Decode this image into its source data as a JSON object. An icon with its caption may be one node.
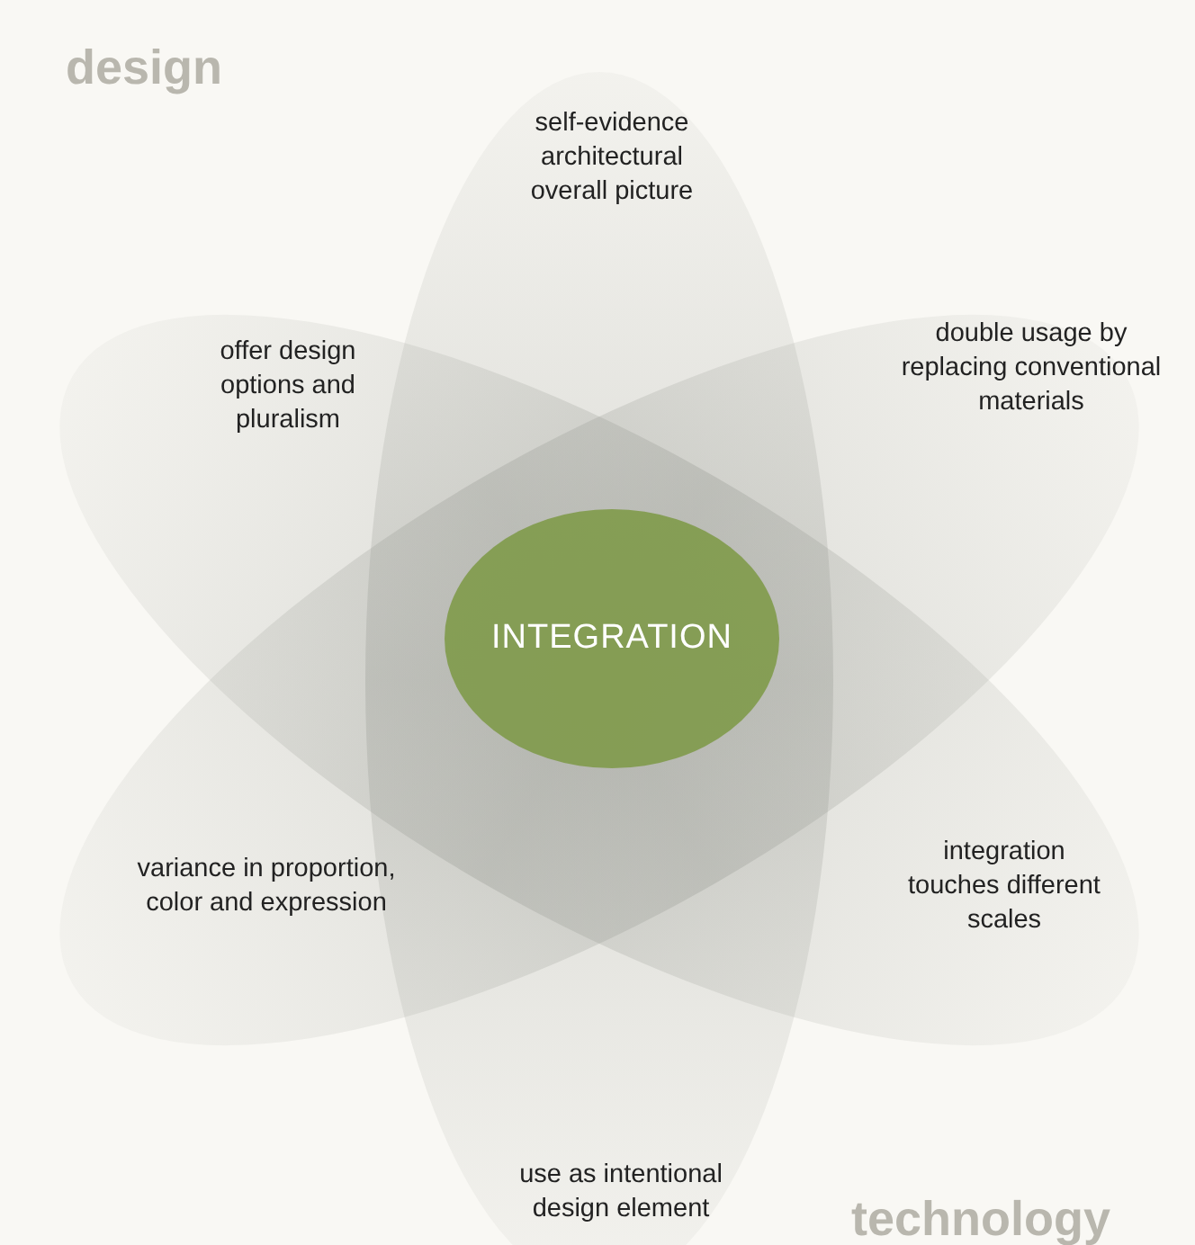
{
  "diagram": {
    "nodes": [
      {
        "text": [
          "INTEGRATION"
        ]
      }
    ],
    "labels": [
      "design",
      "self-evidence architectural overall picture",
      "offer design options and pluralism",
      "double usage by replacing conventional materials",
      "variance in proportion, color and expression",
      "integration touches different scales",
      "use as intentional design element",
      "technology"
    ]
  }
}
